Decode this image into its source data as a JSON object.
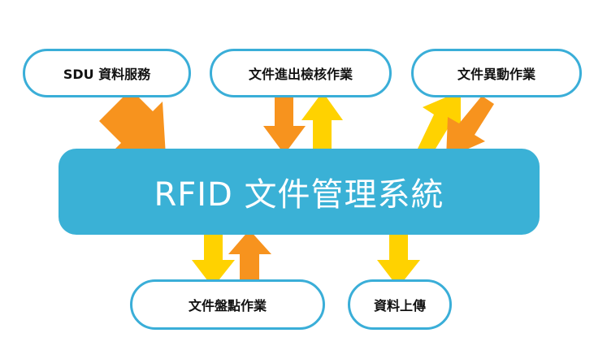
{
  "central": {
    "label": "RFID 文件管理系統"
  },
  "nodes": [
    {
      "label": "SDU 資料服務"
    },
    {
      "label": "文件進出檢核作業"
    },
    {
      "label": "文件異動作業"
    },
    {
      "label": "文件盤點作業"
    },
    {
      "label": "資料上傳"
    }
  ],
  "colors": {
    "central": "#3ab1d6",
    "node_border": "#3aaed8",
    "arrow_in": "#f7931e",
    "arrow_out": "#ffd200"
  }
}
